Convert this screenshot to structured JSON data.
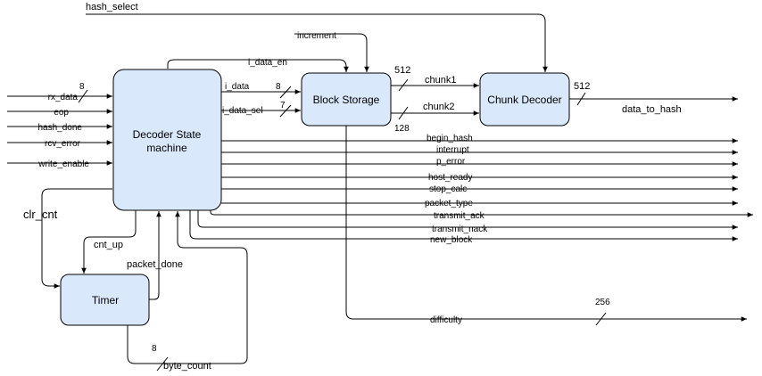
{
  "blocks": {
    "decoder_line1": "Decoder State",
    "decoder_line2": "machine",
    "block_storage": "Block Storage",
    "chunk_decoder": "Chunk Decoder",
    "timer": "Timer"
  },
  "inputs": {
    "hash_select": "hash_select",
    "increment": "increment",
    "rx_data": "rx_data",
    "rx_data_width": "8",
    "eop": "eop",
    "hash_done": "hash_done",
    "rcv_error": "rcv_error",
    "write_enable": "write_enable"
  },
  "internal": {
    "i_data_en": "i_data_en",
    "i_data": "i_data",
    "i_data_width": "8",
    "i_data_sel": "i_data_sel",
    "i_data_sel_width": "7",
    "chunk1": "chunk1",
    "chunk1_width": "512",
    "chunk2": "chunk2",
    "chunk2_width": "128",
    "clr_cnt": "clr_cnt",
    "cnt_up": "cnt_up",
    "packet_done": "packet_done",
    "byte_count": "byte_count",
    "byte_count_width": "8"
  },
  "outputs": {
    "data_to_hash": "data_to_hash",
    "data_to_hash_width": "512",
    "begin_hash": "begin_hash",
    "interrupt": "interrupt",
    "p_error": "p_error",
    "host_ready": "host_ready",
    "stop_calc": "stop_calc",
    "packet_type": "packet_type",
    "transmit_ack": "transmit_ack",
    "transmit_nack": "transmit_nack",
    "new_block": "new_block",
    "difficulty": "difficulty",
    "difficulty_width": "256"
  }
}
